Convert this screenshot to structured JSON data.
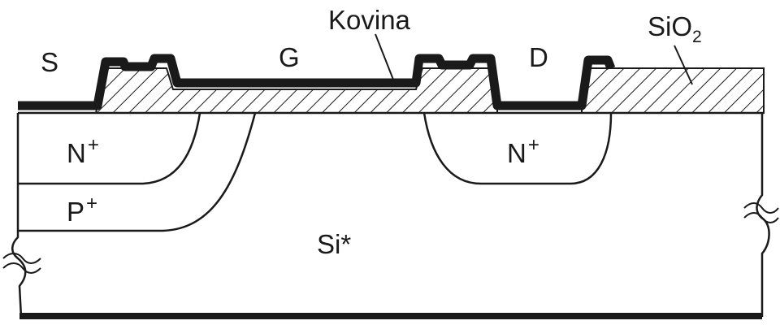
{
  "labels": {
    "source": "S",
    "gate": "G",
    "drain": "D",
    "metal": "Kovina",
    "oxide_base": "SiO",
    "oxide_sub": "2",
    "n_left": "N",
    "n_left_sup": "+",
    "p_left": "P",
    "p_left_sup": "+",
    "n_right": "N",
    "n_right_sup": "+",
    "substrate": "Si*"
  },
  "colors": {
    "ink": "#1a1a1a",
    "background": "#ffffff"
  }
}
